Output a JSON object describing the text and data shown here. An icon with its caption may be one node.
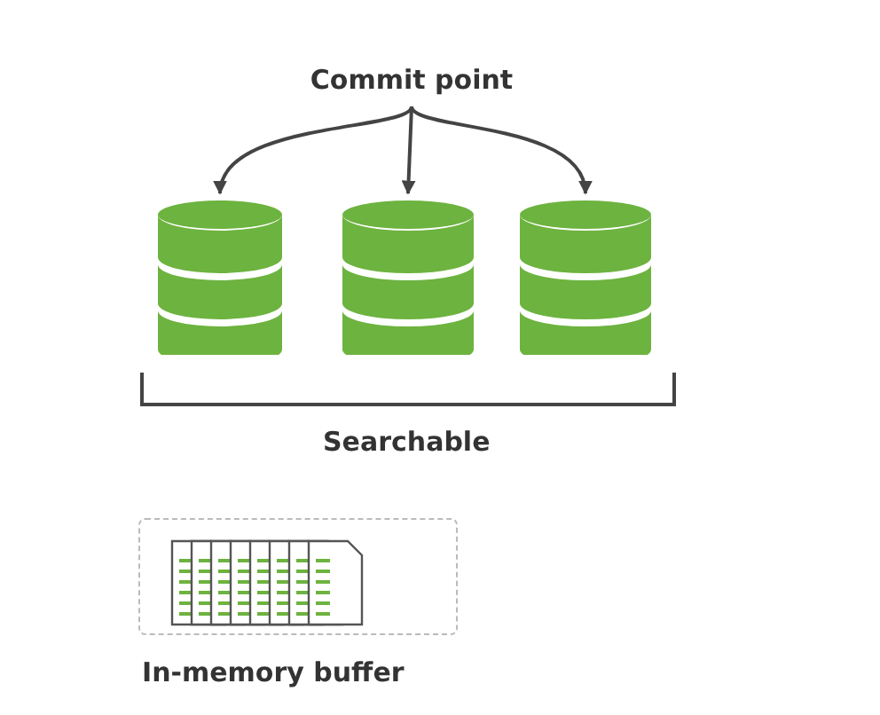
{
  "diagram": {
    "nodes": [
      {
        "text": [
          "Commit point"
        ]
      },
      {
        "text": [],
        "shape": "cylinder"
      },
      {
        "text": [],
        "shape": "cylinder"
      },
      {
        "text": [],
        "shape": "cylinder"
      },
      {
        "text": [
          "In-memory buffer"
        ]
      }
    ],
    "edges": [
      {
        "from": 0,
        "to": 1,
        "arrow": "to"
      },
      {
        "from": 0,
        "to": 2,
        "arrow": "to"
      },
      {
        "from": 0,
        "to": 3,
        "arrow": "to"
      }
    ],
    "labels": [
      "Searchable"
    ]
  }
}
